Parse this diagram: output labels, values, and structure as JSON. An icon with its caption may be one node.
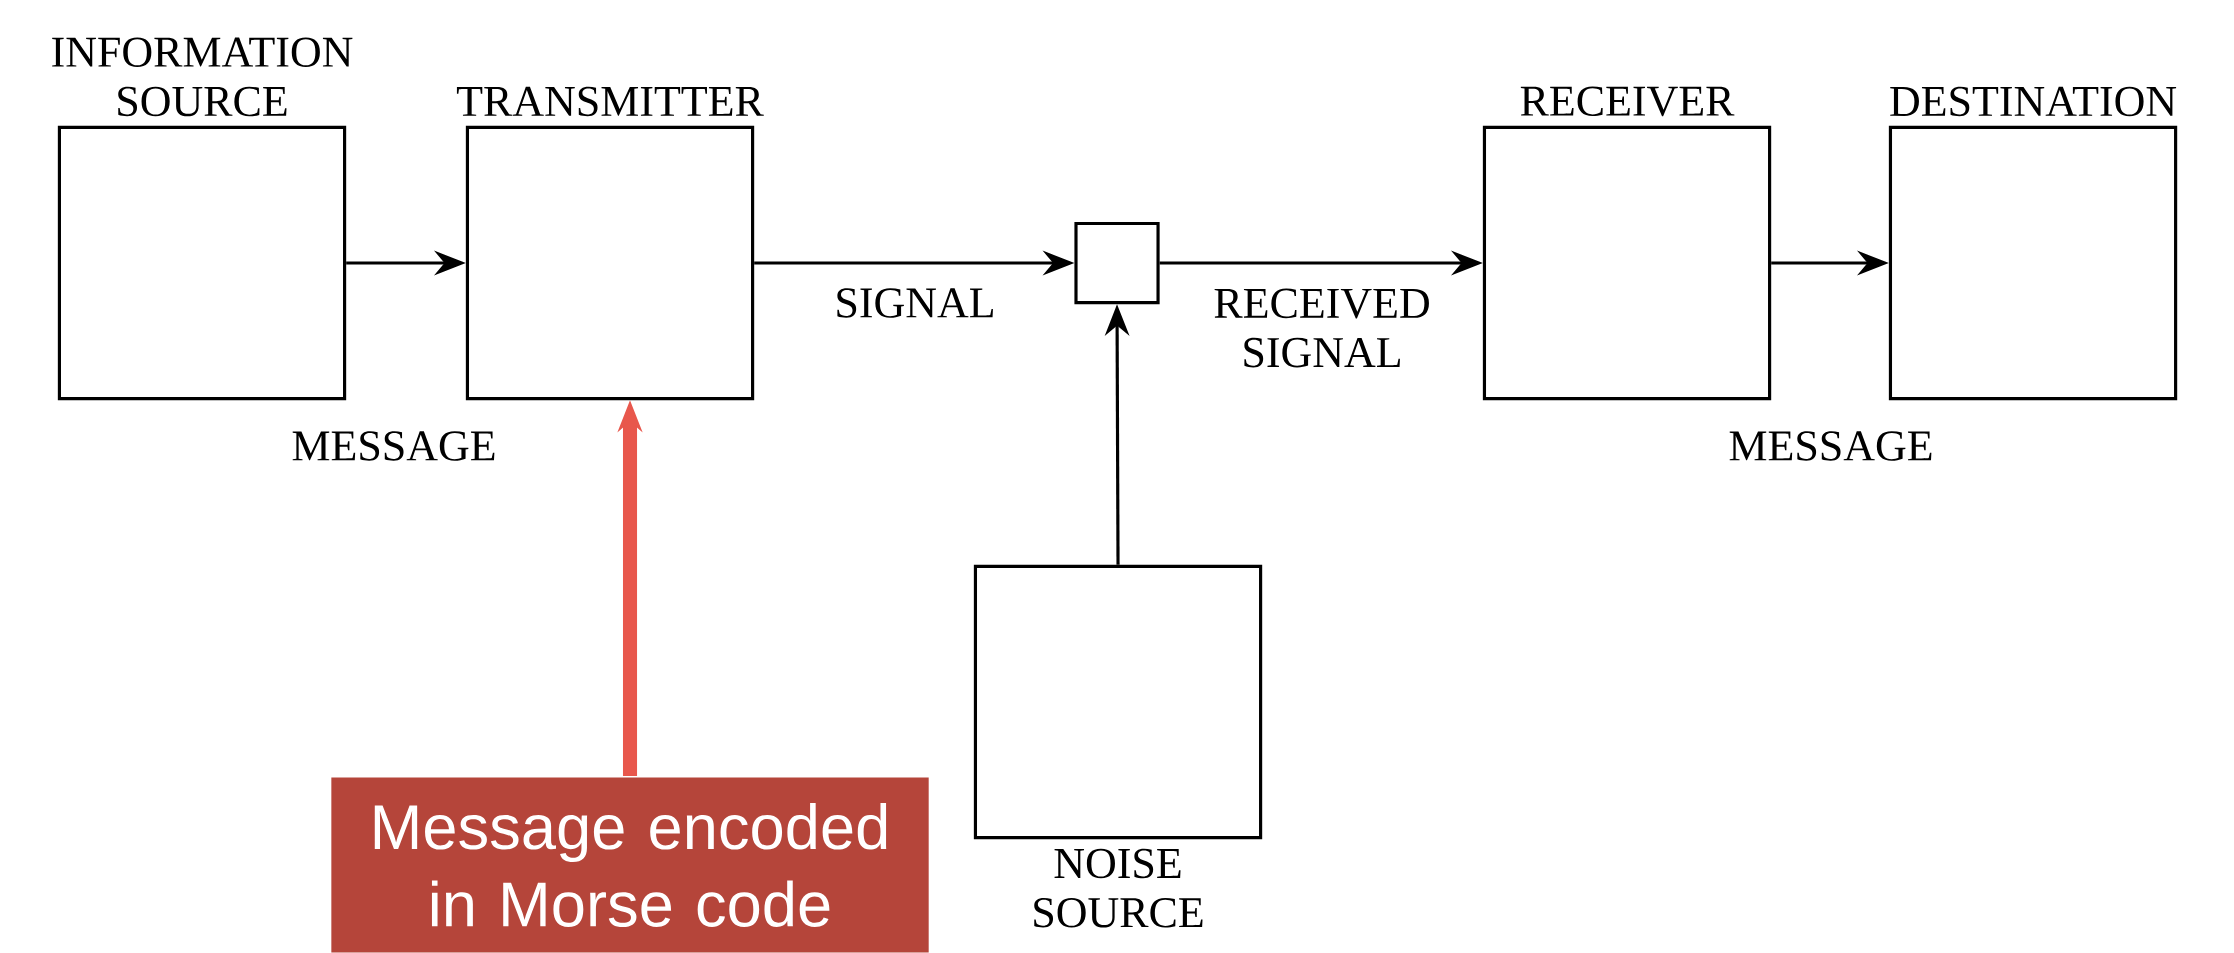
{
  "diagram": {
    "nodes": [
      {
        "text": [
          "INFORMATION SOURCE"
        ]
      },
      {
        "text": [
          "TRANSMITTER"
        ]
      },
      {
        "text": [],
        "shape": "box"
      },
      {
        "text": [
          "RECEIVER"
        ]
      },
      {
        "text": [
          "DESTINATION"
        ]
      },
      {
        "text": [
          "NOISE SOURCE"
        ]
      },
      {
        "text": [
          "Message encoded in Morse code"
        ]
      }
    ],
    "edges": [
      {
        "from": 0,
        "to": 1,
        "arrow": "to",
        "label": "MESSAGE"
      },
      {
        "from": 1,
        "to": 2,
        "arrow": "to",
        "label": "SIGNAL"
      },
      {
        "from": 2,
        "to": 3,
        "arrow": "to",
        "label": "RECEIVED SIGNAL"
      },
      {
        "from": 3,
        "to": 4,
        "arrow": "to",
        "label": "MESSAGE"
      },
      {
        "from": 5,
        "to": 2,
        "arrow": "to"
      },
      {
        "from": 6,
        "to": 1,
        "arrow": "to",
        "style": "thick",
        "color": "#e8574c"
      }
    ]
  }
}
